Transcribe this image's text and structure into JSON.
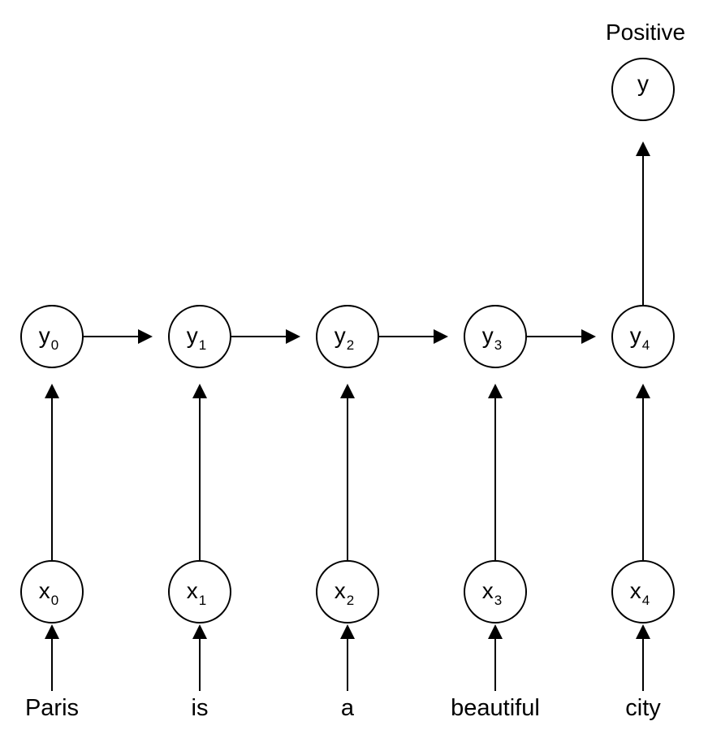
{
  "words": [
    "Paris",
    "is",
    "a",
    "beautiful",
    "city"
  ],
  "inputs": [
    {
      "base": "x",
      "sub": "0"
    },
    {
      "base": "x",
      "sub": "1"
    },
    {
      "base": "x",
      "sub": "2"
    },
    {
      "base": "x",
      "sub": "3"
    },
    {
      "base": "x",
      "sub": "4"
    }
  ],
  "hidden": [
    {
      "base": "y",
      "sub": "0"
    },
    {
      "base": "y",
      "sub": "1"
    },
    {
      "base": "y",
      "sub": "2"
    },
    {
      "base": "y",
      "sub": "3"
    },
    {
      "base": "y",
      "sub": "4"
    }
  ],
  "output": {
    "label": "y",
    "caption": "Positive"
  },
  "colors": {
    "stroke": "#000000",
    "fill": "#ffffff"
  }
}
